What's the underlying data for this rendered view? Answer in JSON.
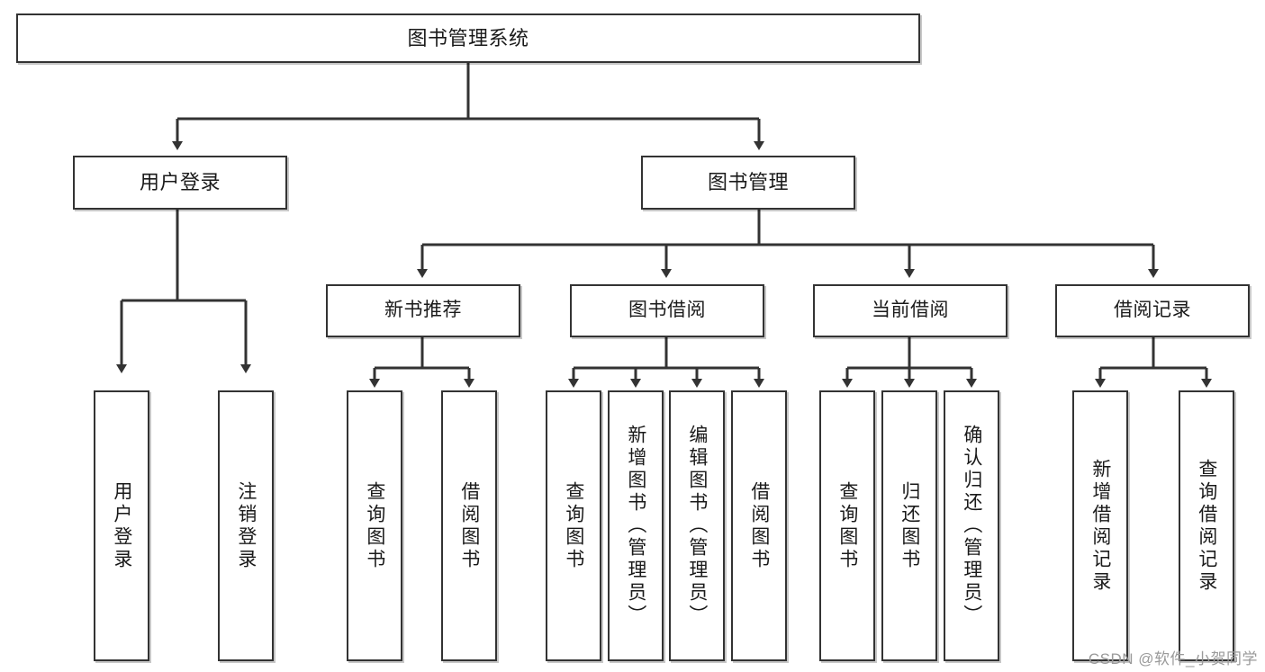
{
  "diagram": {
    "title": "图书管理系统",
    "type": "tree-hierarchy-diagram",
    "watermark": "CSDN @软件_小贺同学",
    "colors": {
      "background": "#ffffff",
      "box_border": "#333333",
      "box_fill": "#ffffff",
      "edge": "#333333",
      "text": "#1a1a1a",
      "watermark": "#9a9a9a"
    },
    "root": {
      "label": "图书管理系统"
    },
    "level1": [
      {
        "label": "用户登录"
      },
      {
        "label": "图书管理"
      }
    ],
    "level2": [
      {
        "label": "新书推荐"
      },
      {
        "label": "图书借阅"
      },
      {
        "label": "当前借阅"
      },
      {
        "label": "借阅记录"
      }
    ],
    "leaves": {
      "user_login": [
        {
          "label": "用户登录"
        },
        {
          "label": "注销登录"
        }
      ],
      "new_book_recommend": [
        {
          "label": "查询图书"
        },
        {
          "label": "借阅图书"
        }
      ],
      "book_borrow": [
        {
          "label": "查询图书"
        },
        {
          "label": "新增图书（管理员）"
        },
        {
          "label": "编辑图书（管理员）"
        },
        {
          "label": "借阅图书"
        }
      ],
      "current_borrow": [
        {
          "label": "查询图书"
        },
        {
          "label": "归还图书"
        },
        {
          "label": "确认归还（管理员）"
        }
      ],
      "borrow_record": [
        {
          "label": "新增借阅记录"
        },
        {
          "label": "查询借阅记录"
        }
      ]
    }
  }
}
